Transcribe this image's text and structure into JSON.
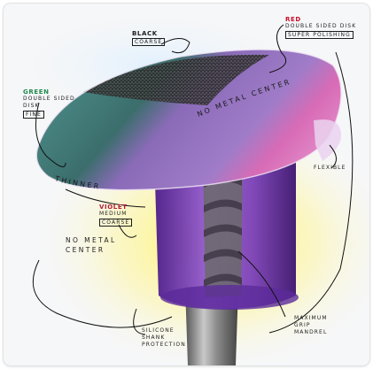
{
  "labels": {
    "black": {
      "name": "BLACK",
      "grade": "COARSE"
    },
    "red": {
      "name": "RED",
      "line1": "DOUBLE SIDED DISK",
      "grade": "SUPER POLISHING"
    },
    "green": {
      "name": "GREEN",
      "line1": "DOUBLE SIDED",
      "line2": "DISK",
      "grade": "FINE"
    },
    "violet": {
      "name": "VIOLET",
      "line1": "MEDIUM",
      "grade": "COARSE"
    },
    "no_metal_center_curved": "NO METAL CENTER",
    "thinner": "THINNER",
    "flexible": "FLEXIBLE",
    "no_metal_center": {
      "line1": "NO METAL",
      "line2": "CENTER"
    },
    "silicone": {
      "line1": "SILICONE",
      "line2": "SHANK",
      "line3": "PROTECTION"
    },
    "mandrel": {
      "line1": "MAXIMUM",
      "line2": "GRIP",
      "line3": "MANDREL"
    }
  },
  "colors": {
    "black_label": "#1c1c1c",
    "red_label": "#c8102e",
    "green_label": "#1f8a4c",
    "violet_label": "#b01c3a",
    "disk_teal": "#3d7d7a",
    "disk_pink": "#d96ab4",
    "disk_purple": "#8a62b8",
    "hub_purple": "#7a3fb8",
    "glow_yellow": "#fff24a",
    "metal": "#8f8f8f"
  }
}
